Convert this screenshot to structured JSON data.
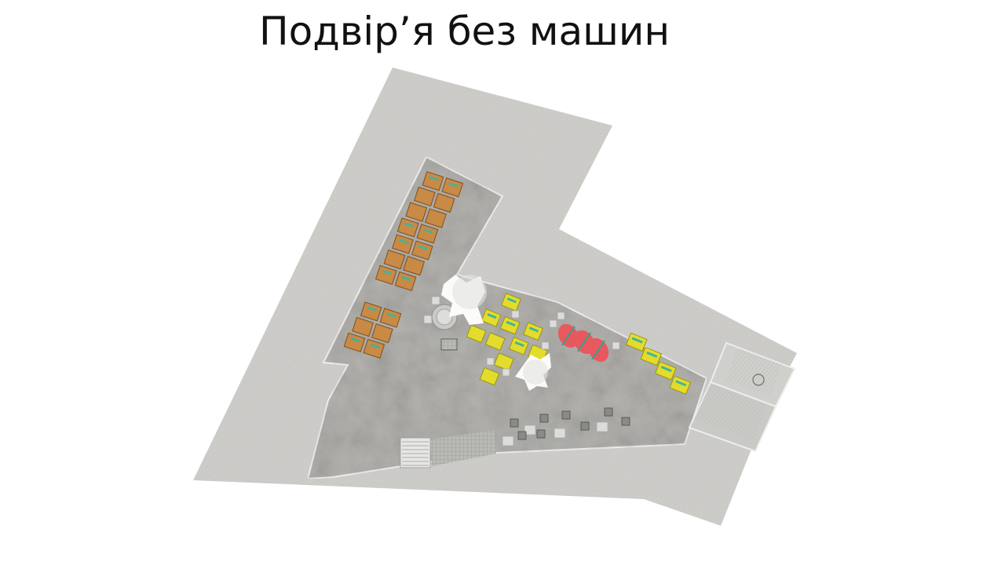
{
  "slide": {
    "title": "Подвір’я без машин"
  },
  "plan": {
    "icons": {
      "terrain": "concrete-ground",
      "courtyard": "courtyard-floor",
      "tree": "tree-icon"
    },
    "colors": {
      "outer_ground": "#d4d3d0",
      "courtyard": "#b3b2ae",
      "wood_bench": "#c98a45",
      "yellow_bench": "#e3dc2c",
      "red_table": "#e8595f",
      "green_seat": "#34b39a",
      "tile": "#dcdcdc",
      "tree": "#ffffff",
      "border": "#f2f2f2"
    }
  }
}
